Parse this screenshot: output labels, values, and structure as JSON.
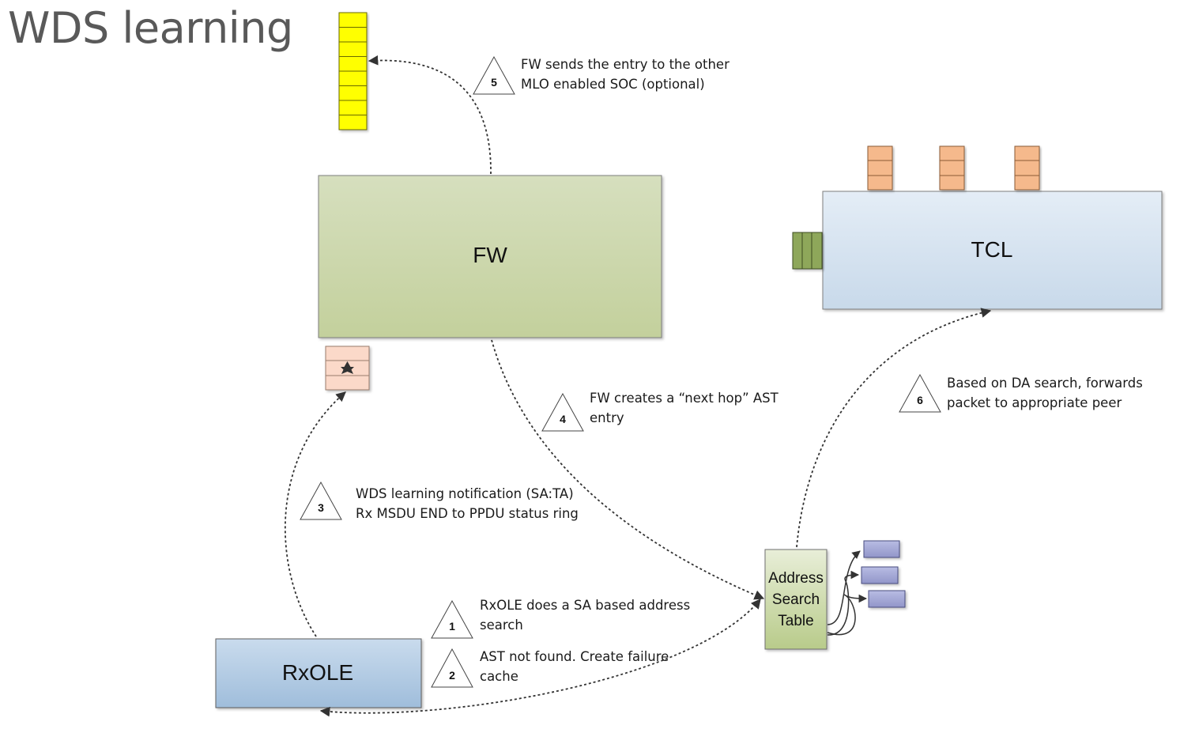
{
  "title": "WDS learning",
  "blocks": {
    "fw": "FW",
    "tcl": "TCL",
    "rxole": "RxOLE",
    "ast": [
      "Address",
      "Search",
      "Table"
    ]
  },
  "steps": [
    {
      "num": "1",
      "lines": [
        "RxOLE does a SA based address",
        "search"
      ]
    },
    {
      "num": "2",
      "lines": [
        "AST not found. Create failure",
        "cache"
      ]
    },
    {
      "num": "3",
      "lines": [
        "WDS learning notification (SA:TA)",
        "Rx MSDU END to PPDU status ring"
      ]
    },
    {
      "num": "4",
      "lines": [
        "FW creates a “next hop” AST",
        "entry"
      ]
    },
    {
      "num": "5",
      "lines": [
        "FW sends the entry to the other",
        "MLO enabled SOC (optional)"
      ]
    },
    {
      "num": "6",
      "lines": [
        "Based on DA search,  forwards",
        "packet to appropriate peer"
      ]
    }
  ],
  "colors": {
    "fw_fill": "#d2dbb4",
    "tcl_fill": "#dde8f3",
    "rxole_fill": "#b9d0e6",
    "ast_fill": "#d6e2bc",
    "yellow_ring": "#ffff00",
    "orange_ring": "#f5b98c",
    "green_ring": "#8ea75a",
    "status_ring": "#fbd5c3",
    "ast_entry": "#a5a9d6"
  }
}
